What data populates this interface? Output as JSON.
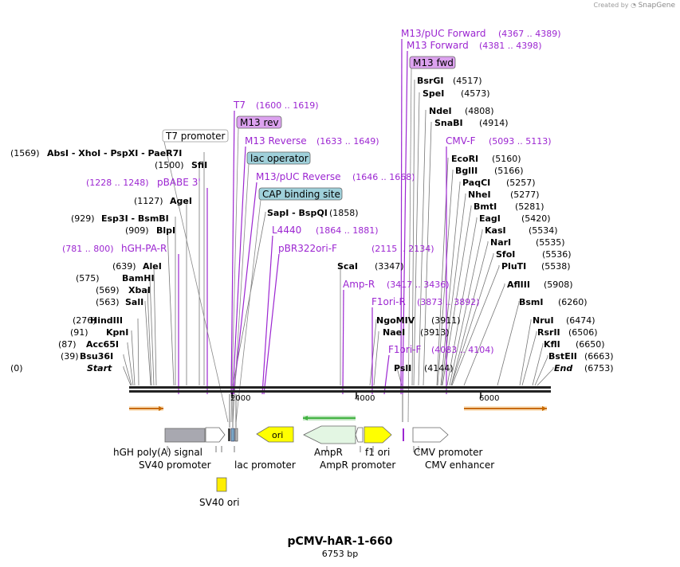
{
  "credit": {
    "prefix": "Created by",
    "brand": "SnapGene"
  },
  "plasmid": {
    "name": "pCMV-hAR-1-660",
    "size": "6753 bp",
    "length": 6753
  },
  "axis_ticks": [
    "2000",
    "4000",
    "6000"
  ],
  "colors": {
    "enzyme": "#000000",
    "primer": "#9c26d1",
    "primer_line": "#9c26d1",
    "rbox_purple": "#dca2ef",
    "rbox_blue": "#9fd0da",
    "arrow_orange": "#f2a94c",
    "arrow_green": "#42b242",
    "feature_gray": "#a8a8b0",
    "feature_yellow": "#ffff00",
    "feature_pale_green": "#e3f6e3",
    "sv40ori": "#ffee00"
  },
  "enzymes": [
    {
      "name": "Start",
      "pos": "(0)",
      "italic": true
    },
    {
      "name": "Bsu36I",
      "pos": "(39)"
    },
    {
      "name": "Acc65I",
      "pos": "(87)"
    },
    {
      "name": "KpnI",
      "pos": "(91)"
    },
    {
      "name": "HindIII",
      "pos": "(276)"
    },
    {
      "name": "SalI",
      "pos": "(563)"
    },
    {
      "name": "XbaI",
      "pos": "(569)"
    },
    {
      "name": "BamHI",
      "pos": "(575)"
    },
    {
      "name": "AleI",
      "pos": "(639)"
    },
    {
      "name": "BlpI",
      "pos": "(909)"
    },
    {
      "name": "Esp3I  -  BsmBI",
      "pos": "(929)"
    },
    {
      "name": "AgeI",
      "pos": "(1127)"
    },
    {
      "name": "SfiI",
      "pos": "(1500)"
    },
    {
      "name": "AbsI  -  XhoI  -  PspXI  -  PaeR7I",
      "pos": "(1569)"
    },
    {
      "name": "SapI  -  BspQI",
      "pos": "(1858)"
    },
    {
      "name": "ScaI",
      "pos": "(3347)"
    },
    {
      "name": "NgoMIV",
      "pos": "(3911)"
    },
    {
      "name": "NaeI",
      "pos": "(3913)"
    },
    {
      "name": "PslI",
      "pos": "(4144)"
    },
    {
      "name": "BsrGI",
      "pos": "(4517)"
    },
    {
      "name": "SpeI",
      "pos": "(4573)"
    },
    {
      "name": "NdeI",
      "pos": "(4808)"
    },
    {
      "name": "SnaBI",
      "pos": "(4914)"
    },
    {
      "name": "EcoRI",
      "pos": "(5160)"
    },
    {
      "name": "BglII",
      "pos": "(5166)"
    },
    {
      "name": "PaqCI",
      "pos": "(5257)"
    },
    {
      "name": "NheI",
      "pos": "(5277)"
    },
    {
      "name": "BmtI",
      "pos": "(5281)"
    },
    {
      "name": "EagI",
      "pos": "(5420)"
    },
    {
      "name": "KasI",
      "pos": "(5534)"
    },
    {
      "name": "NarI",
      "pos": "(5535)"
    },
    {
      "name": "SfoI",
      "pos": "(5536)"
    },
    {
      "name": "PluTI",
      "pos": "(5538)"
    },
    {
      "name": "AflIII",
      "pos": "(5908)"
    },
    {
      "name": "BsmI",
      "pos": "(6260)"
    },
    {
      "name": "NruI",
      "pos": "(6474)"
    },
    {
      "name": "RsrII",
      "pos": "(6506)"
    },
    {
      "name": "KflI",
      "pos": "(6650)"
    },
    {
      "name": "BstEII",
      "pos": "(6663)"
    },
    {
      "name": "End",
      "pos": "(6753)",
      "italic": true
    }
  ],
  "primers": [
    {
      "name": "hGH-PA-R",
      "range": "(781 .. 800)"
    },
    {
      "name": "pBABE 3'",
      "range": "(1228 .. 1248)"
    },
    {
      "name": "T7",
      "range": "(1600 .. 1619)"
    },
    {
      "name": "M13 Reverse",
      "range": "(1633 .. 1649)"
    },
    {
      "name": "M13/pUC Reverse",
      "range": "(1646 .. 1668)"
    },
    {
      "name": "L4440",
      "range": "(1864 .. 1881)"
    },
    {
      "name": "pBR322ori-F",
      "range": "(2115 .. 2134)"
    },
    {
      "name": "Amp-R",
      "range": "(3417 .. 3436)"
    },
    {
      "name": "F1ori-R",
      "range": "(3873 .. 3892)"
    },
    {
      "name": "F1ori-F",
      "range": "(4083 .. 4104)"
    },
    {
      "name": "M13/pUC Forward",
      "range": "(4367 .. 4389)"
    },
    {
      "name": "M13 Forward",
      "range": "(4381 .. 4398)"
    },
    {
      "name": "CMV-F",
      "range": "(5093 .. 5113)"
    }
  ],
  "boxed_labels": [
    "T7 promoter",
    "M13 rev",
    "lac operator",
    "CAP binding site",
    "M13 fwd"
  ],
  "features": [
    {
      "name": "hGH poly(A) signal"
    },
    {
      "name": "SV40 promoter"
    },
    {
      "name": "lac promoter"
    },
    {
      "name": "ori"
    },
    {
      "name": "AmpR"
    },
    {
      "name": "AmpR promoter"
    },
    {
      "name": "f1 ori"
    },
    {
      "name": "CMV promoter"
    },
    {
      "name": "CMV enhancer"
    },
    {
      "name": "SV40 ori"
    }
  ]
}
